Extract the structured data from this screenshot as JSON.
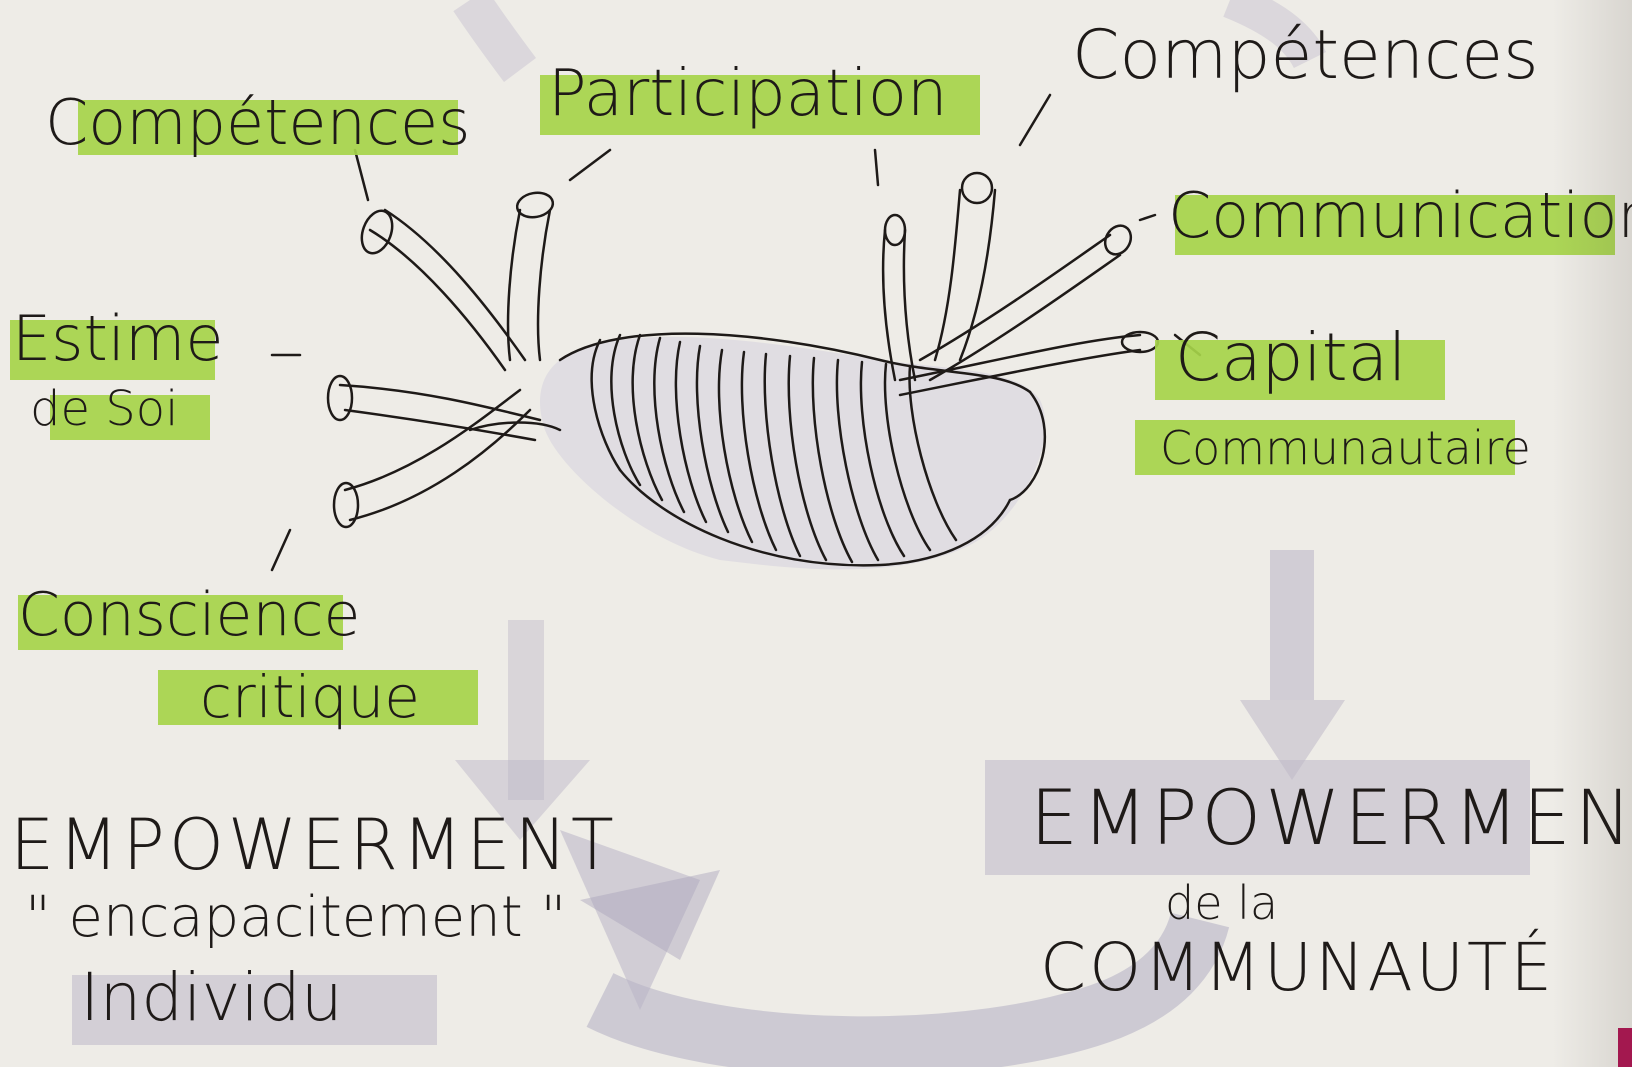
{
  "labels": {
    "competences_left": "Compétences",
    "participation": "Participation",
    "competences_right": "Compétences",
    "communication": "Communication",
    "capital": "Capital",
    "communautaire": "Communautaire",
    "estime": "Estime",
    "de_soi": "de Soi",
    "conscience": "Conscience",
    "critique": "critique"
  },
  "empowerment_individu": {
    "title": "EMPOWERMENT",
    "subtitle": "\" encapacitement \"",
    "sub2": "Individu"
  },
  "empowerment_communaute": {
    "title": "EMPOWERMENT",
    "sub1": "de la",
    "sub2": "COMMUNAUTÉ"
  },
  "colors": {
    "highlight_green": "#a6d44a",
    "arrow_grey": "#b9b4c6",
    "ink": "#1e1a18",
    "paper": "#eeece7"
  }
}
